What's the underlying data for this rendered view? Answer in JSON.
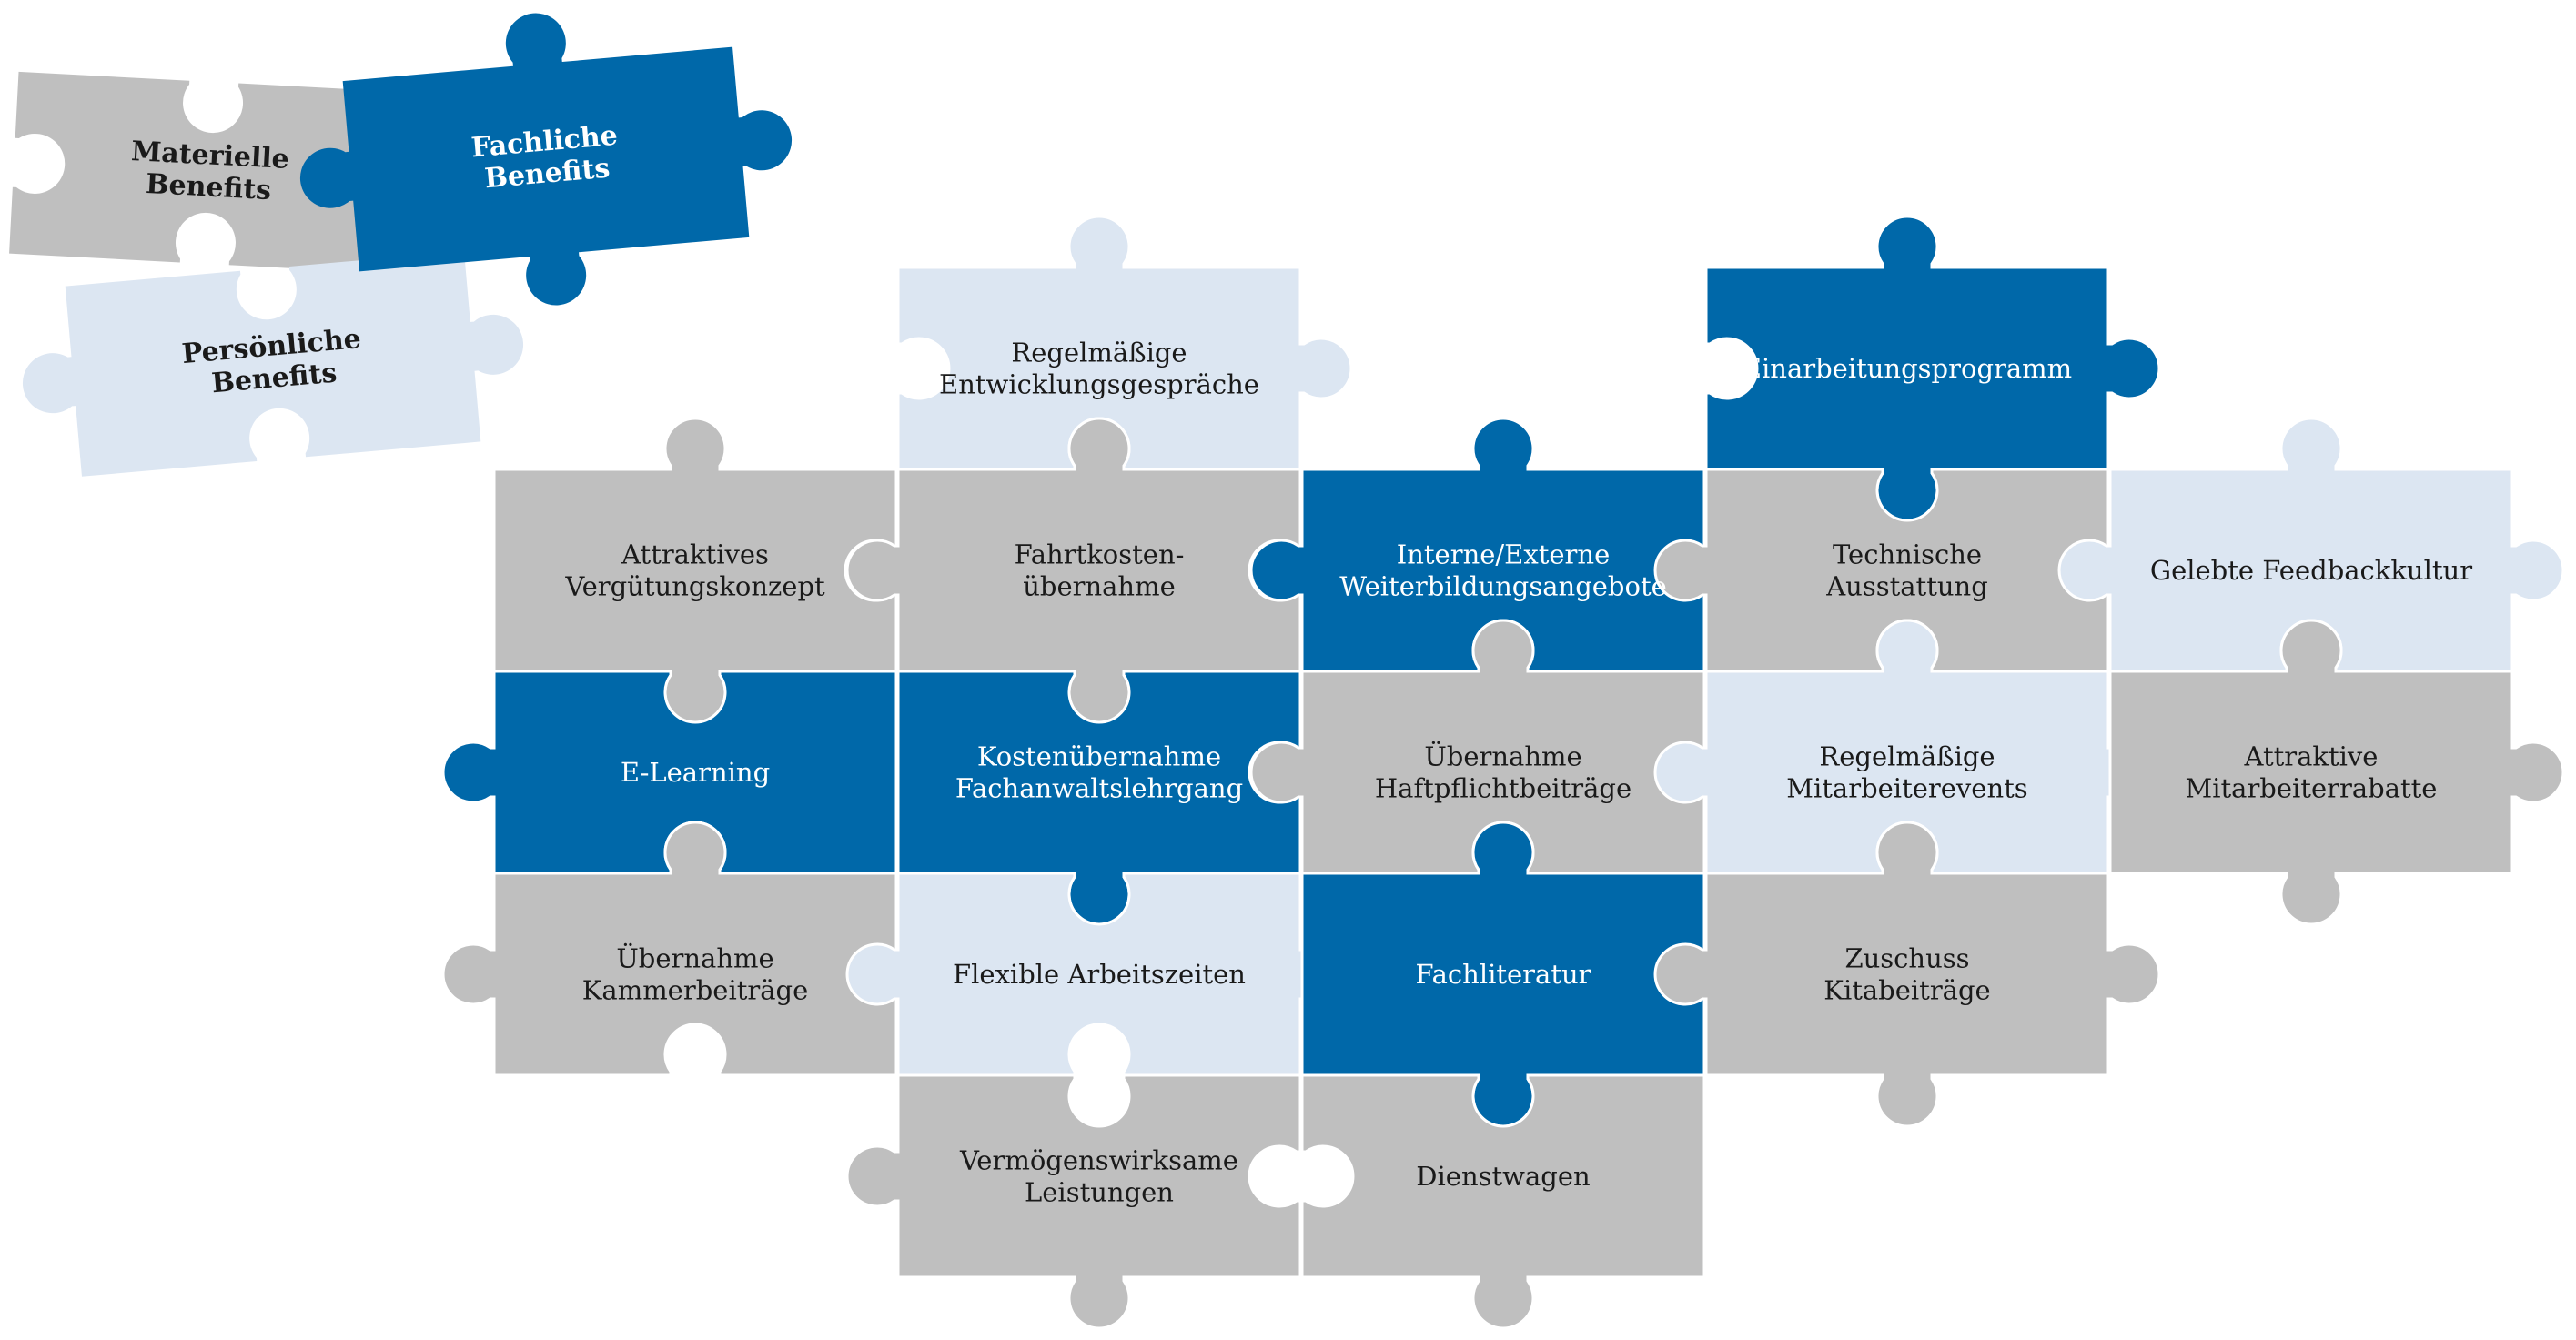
{
  "colors": {
    "gray": "#bfbfbf",
    "light": "#dce6f2",
    "blue": "#0068a9",
    "text_dark": "#1a1a1a",
    "text_light": "#ffffff"
  },
  "legend": [
    {
      "lines": [
        "Materielle",
        "Benefits"
      ],
      "color": "gray"
    },
    {
      "lines": [
        "Fachliche",
        "Benefits"
      ],
      "color": "blue"
    },
    {
      "lines": [
        "Persönliche",
        "Benefits"
      ],
      "color": "light"
    }
  ],
  "pieces": [
    {
      "lines": [
        "Regelmäßige",
        "Entwicklungsgespräche"
      ],
      "color": "light"
    },
    {
      "lines": [
        "Einarbeitungsprogramm"
      ],
      "color": "blue"
    },
    {
      "lines": [
        "Attraktives",
        "Vergütungskonzept"
      ],
      "color": "gray"
    },
    {
      "lines": [
        "Fahrtkosten-",
        "übernahme"
      ],
      "color": "gray"
    },
    {
      "lines": [
        "Interne/Externe",
        "Weiterbildungsangebote"
      ],
      "color": "blue"
    },
    {
      "lines": [
        "Technische",
        "Ausstattung"
      ],
      "color": "gray"
    },
    {
      "lines": [
        "Gelebte Feedbackkultur"
      ],
      "color": "light"
    },
    {
      "lines": [
        "E-Learning"
      ],
      "color": "blue"
    },
    {
      "lines": [
        "Kostenübernahme",
        "Fachanwaltslehrgang"
      ],
      "color": "blue"
    },
    {
      "lines": [
        "Übernahme",
        "Haftpflichtbeiträge"
      ],
      "color": "gray"
    },
    {
      "lines": [
        "Regelmäßige",
        "Mitarbeiterevents"
      ],
      "color": "light"
    },
    {
      "lines": [
        "Attraktive",
        "Mitarbeiterrabatte"
      ],
      "color": "gray"
    },
    {
      "lines": [
        "Übernahme",
        "Kammerbeiträge"
      ],
      "color": "gray"
    },
    {
      "lines": [
        "Flexible Arbeitszeiten"
      ],
      "color": "light"
    },
    {
      "lines": [
        "Fachliteratur"
      ],
      "color": "blue"
    },
    {
      "lines": [
        "Zuschuss",
        "Kitabeiträge"
      ],
      "color": "gray"
    },
    {
      "lines": [
        "Vermögenswirksame",
        "Leistungen"
      ],
      "color": "gray"
    },
    {
      "lines": [
        "Dienstwagen"
      ],
      "color": "gray"
    }
  ]
}
